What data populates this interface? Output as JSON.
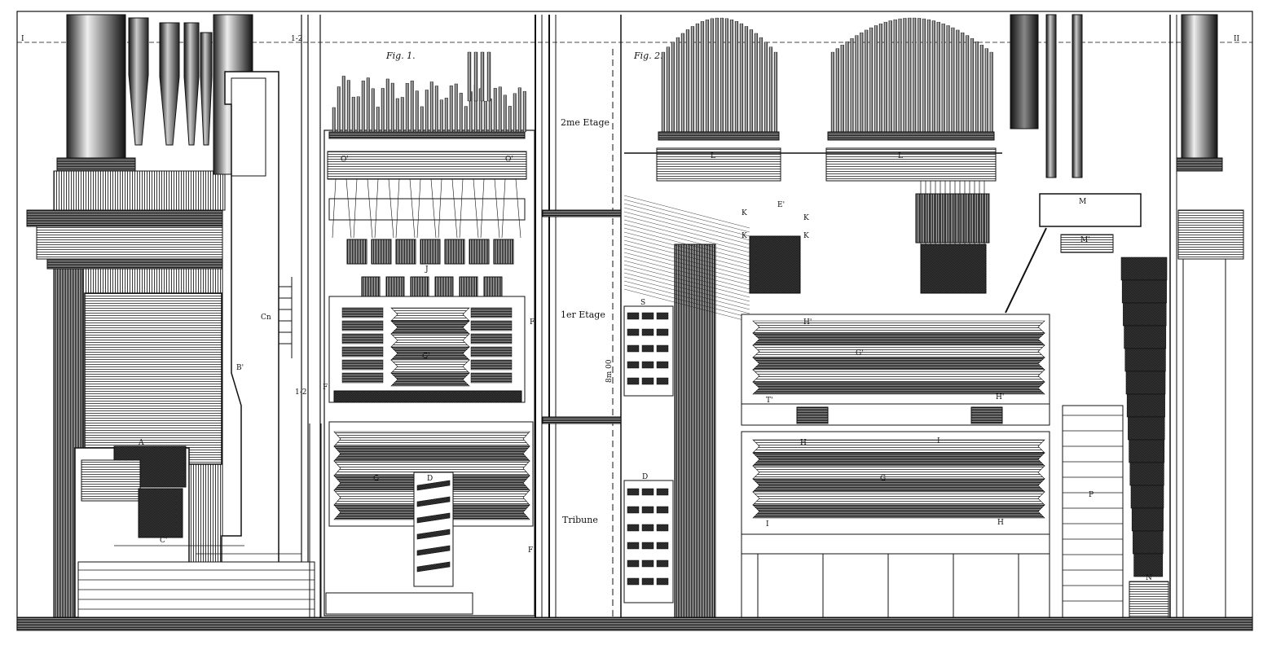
{
  "plate": {
    "corner_left": "I",
    "corner_right": "II",
    "section_mark_top": "1-2",
    "section_mark_mid": "1-2"
  },
  "fig1": {
    "title": "Fig. 1.",
    "labels": {
      "upper_chest_left": "O'",
      "upper_chest_right": "O'",
      "action_row": "J",
      "upper_bellows": "G'",
      "lower_bellows": "G",
      "feeder": "D",
      "left_b": "B'",
      "left_c": "C'",
      "left_cn": "Cn",
      "console_a": "A",
      "right_f1": "F",
      "right_f2": "F",
      "left_f": "F"
    }
  },
  "middle": {
    "floor2": "2me Etage",
    "floor1": "1er Etage",
    "gallery": "Tribune",
    "vertical_mark": "8m 00"
  },
  "fig2": {
    "title": "Fig. 2.",
    "labels": {
      "chest_left": "L",
      "chest_right": "L",
      "action_e": "E'",
      "action_k1": "K",
      "action_k2": "K",
      "action_k3": "K",
      "action_k4": "K",
      "reservoir_m": "M",
      "reservoir_m2": "M'",
      "upper_bellows": "G'",
      "upper_h": "H'",
      "upper_h2": "H'",
      "upper_t": "T'",
      "lower_bellows": "G",
      "lower_h": "H",
      "lower_h2": "H",
      "lower_i": "I",
      "lower_i2": "I",
      "stairs_p": "P",
      "blower_n": "N",
      "shelf_s": "S",
      "shelf_d": "D"
    }
  },
  "colors": {
    "ink": "#111111",
    "hatch": "#3a3a3a",
    "paper": "#ffffff",
    "shade": "#555555"
  }
}
